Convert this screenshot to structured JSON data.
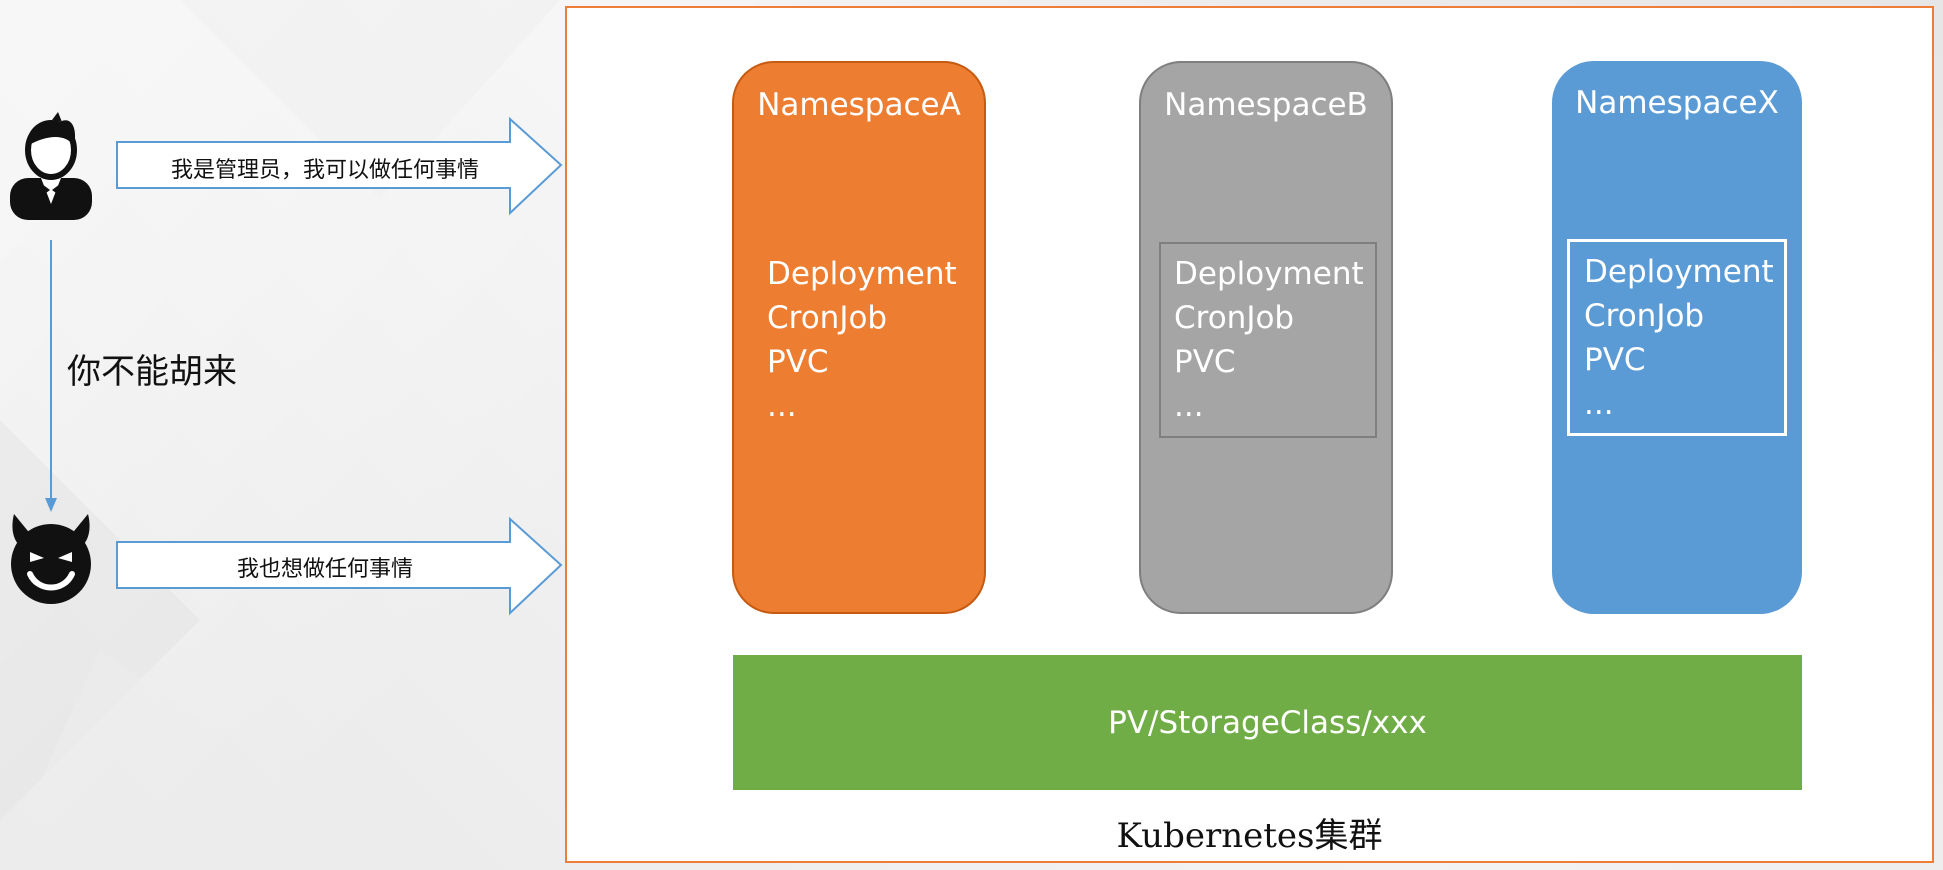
{
  "actors": {
    "admin": {
      "icon": "admin-person-icon",
      "message": "我是管理员，我可以做任何事情"
    },
    "intruder": {
      "icon": "devil-face-icon",
      "message": "我也想做任何事情"
    },
    "warning": "你不能胡来"
  },
  "cluster": {
    "label": "Kubernetes集群",
    "namespaces": [
      {
        "title": "NamespaceA",
        "color": "#ed7d31",
        "resources": [
          "Deployment",
          "CronJob",
          "PVC",
          "..."
        ]
      },
      {
        "title": "NamespaceB",
        "color": "#a5a5a5",
        "resources": [
          "Deployment",
          "CronJob",
          "PVC",
          "..."
        ]
      },
      {
        "title": "NamespaceX",
        "color": "#5b9bd5",
        "resources": [
          "Deployment",
          "CronJob",
          "PVC",
          "..."
        ]
      }
    ],
    "storage": {
      "label": "PV/StorageClass/xxx",
      "color": "#70ad47"
    }
  },
  "colors": {
    "arrow_stroke": "#5b9bd5",
    "cluster_border": "#ef7d3a"
  }
}
